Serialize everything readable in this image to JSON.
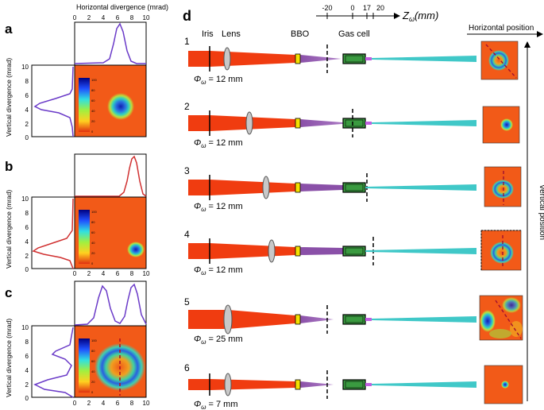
{
  "left": {
    "panel_a_label": "a",
    "panel_b_label": "b",
    "panel_c_label": "c",
    "top_axis_title": "Horizontal divergence (mrad)",
    "y_axis_title": "Vertical divergence (mrad)",
    "x_ticks": [
      "0",
      "2",
      "4",
      "6",
      "8",
      "10"
    ],
    "y_ticks": [
      "10",
      "8",
      "6",
      "4",
      "2",
      "0"
    ],
    "colorbar_ticks": [
      "100",
      "80",
      "60",
      "40",
      "20",
      "0"
    ]
  },
  "right": {
    "panel_label": "d",
    "z_ticks": [
      "-20",
      "0",
      "17",
      "20"
    ],
    "z_label": "Z",
    "z_sub": "ω",
    "z_unit": "(mm)",
    "iris_label": "Iris",
    "lens_label": "Lens",
    "bbo_label": "BBO",
    "gas_cell_label": "Gas cell",
    "horizontal_position": "Horizontal position",
    "vertical_position": "Vertical position",
    "phi_symbol": "Φ",
    "phi_sub": "ω",
    "rows": [
      {
        "n": "1",
        "phi": " = 12 mm"
      },
      {
        "n": "2",
        "phi": " = 12 mm"
      },
      {
        "n": "3",
        "phi": " = 12 mm"
      },
      {
        "n": "4",
        "phi": " = 12 mm"
      },
      {
        "n": "5",
        "phi": " = 25 mm"
      },
      {
        "n": "6",
        "phi": " = 7 mm"
      }
    ]
  },
  "colors": {
    "beam_red": "#f03c10",
    "beam_purple": "#8a50a8",
    "beam_cyan": "#40c8c8",
    "bbo_yellow": "#f4e000",
    "cell_green": "#3a9a40",
    "profile_violet": "#6a3ac8",
    "profile_red": "#d03030",
    "map_orange": "#f25a18"
  }
}
